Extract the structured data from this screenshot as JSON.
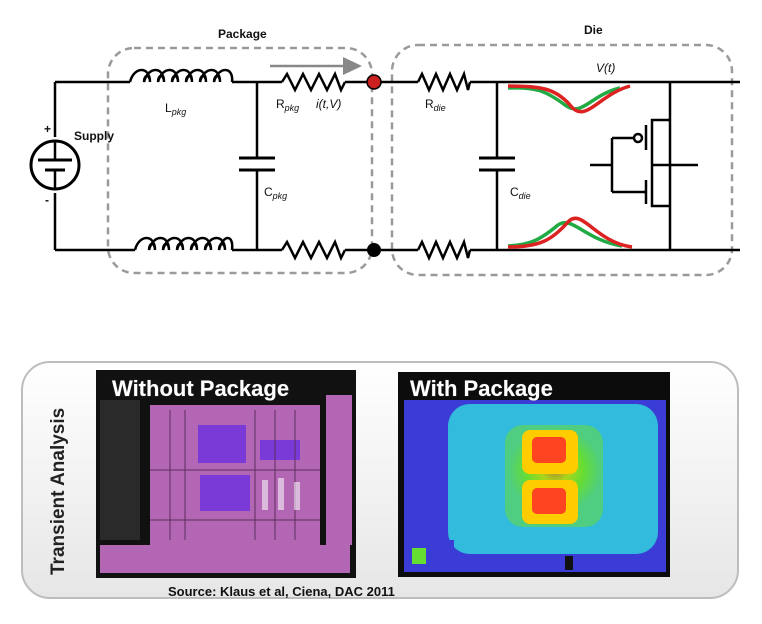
{
  "circuit": {
    "package_label": "Package",
    "die_label": "Die",
    "supply_label": "Supply",
    "supply_plus": "+",
    "supply_minus": "-",
    "l_pkg": {
      "base": "L",
      "sub": "pkg"
    },
    "r_pkg": {
      "base": "R",
      "sub": "pkg"
    },
    "current": "i(t,V)",
    "c_pkg": {
      "base": "C",
      "sub": "pkg"
    },
    "r_die": {
      "base": "R",
      "sub": "die"
    },
    "c_die": {
      "base": "C",
      "sub": "die"
    },
    "v_t": "V(t)"
  },
  "analysis": {
    "side_title": "Transient Analysis",
    "without_title": "Without Package",
    "with_title": "With Package",
    "source": "Source: Klaus et al, Ciena, DAC 2011",
    "colors": {
      "package_node": "#cc1f1f",
      "wave_red": "#dd2222",
      "wave_green": "#22aa44",
      "layout_magenta": "#b366b3",
      "heat_blue": "#3b3bd6",
      "heat_cyan": "#33bbdd"
    }
  }
}
